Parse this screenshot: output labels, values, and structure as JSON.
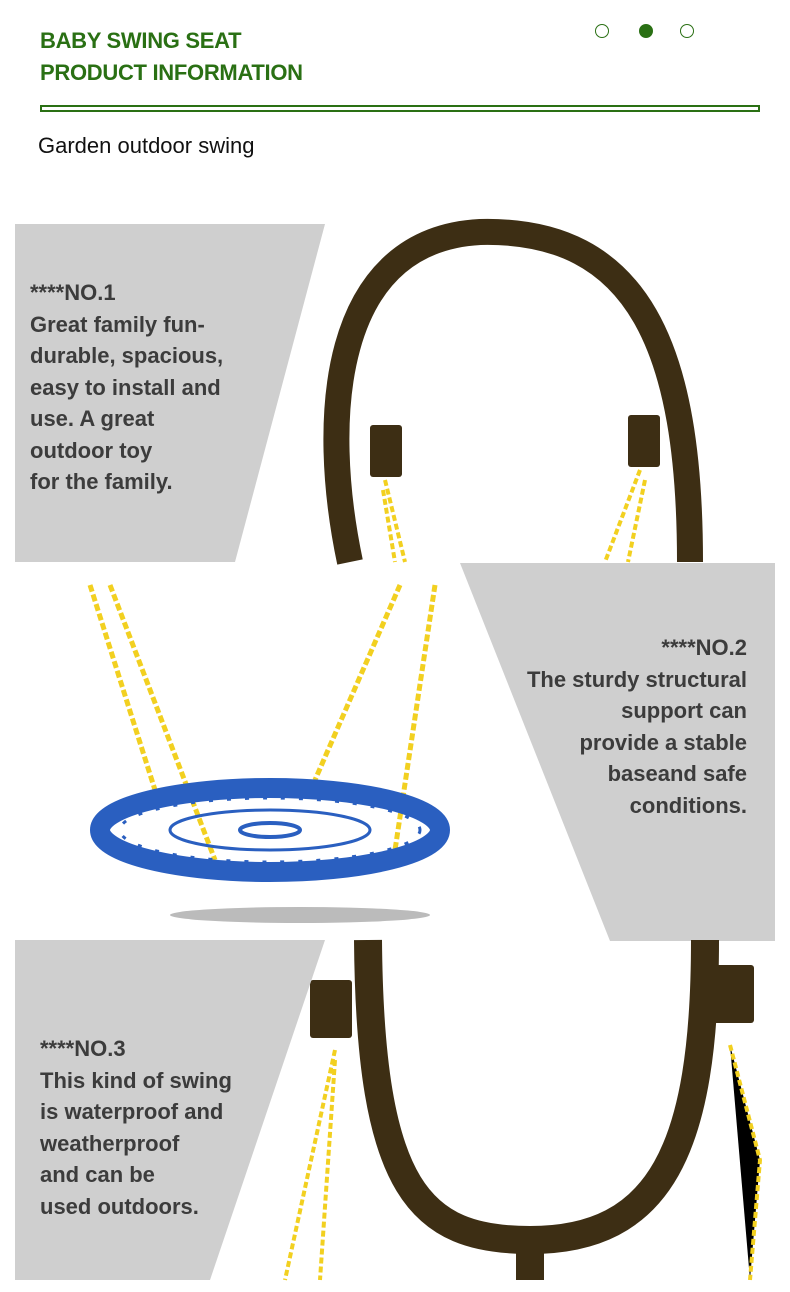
{
  "header": {
    "title_line1": "BABY SWING SEAT",
    "title_line2": "PRODUCT INFORMATION",
    "subtitle": "Garden outdoor swing",
    "pager": {
      "count": 3,
      "active": 2
    }
  },
  "features": [
    {
      "heading": "****NO.1",
      "lines": [
        "Great family fun-",
        "durable, spacious,",
        "easy to install and",
        "use. A great",
        "outdoor toy",
        "for the family."
      ]
    },
    {
      "heading": "****NO.2",
      "lines": [
        "The sturdy structural",
        "support can",
        "provide a stable",
        "baseand safe",
        "conditions."
      ]
    },
    {
      "heading": "****NO.3",
      "lines": [
        "This kind of swing",
        "is waterproof and",
        "weatherproof",
        "and can be",
        "used outdoors."
      ]
    }
  ],
  "colors": {
    "accent": "#2a7014",
    "panel": "#cfcfcf",
    "frame": "#3d2e14",
    "chain": "#f2d020",
    "seat": "#2a5fc0"
  }
}
